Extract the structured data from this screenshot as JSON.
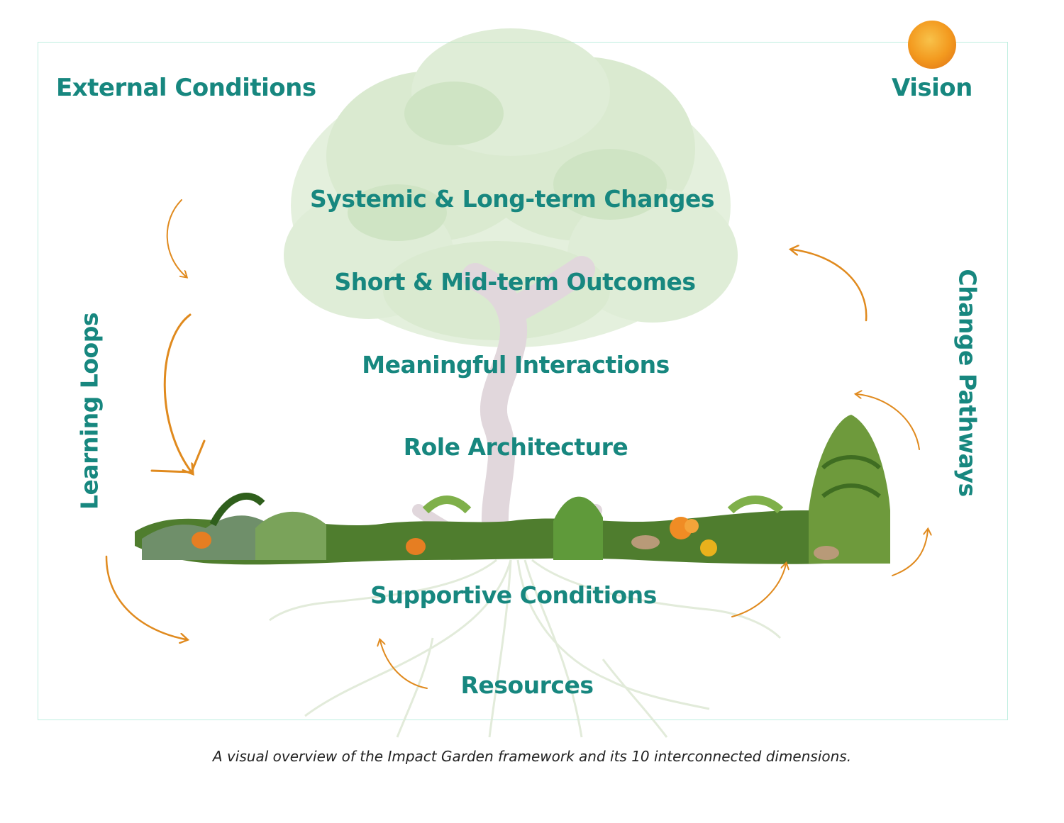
{
  "labels": {
    "external_conditions": "External Conditions",
    "vision": "Vision",
    "systemic_changes": "Systemic & Long-term Changes",
    "short_mid_outcomes": "Short & Mid-term Outcomes",
    "meaningful_interactions": "Meaningful Interactions",
    "role_architecture": "Role Architecture",
    "supportive_conditions": "Supportive Conditions",
    "resources": "Resources",
    "learning_loops": "Learning Loops",
    "change_pathways": "Change Pathways"
  },
  "caption": "A visual overview of the Impact Garden framework and its 10 interconnected dimensions.",
  "colors": {
    "label_teal": "#17877f",
    "arrow_orange": "#e08a1e",
    "frame_mint": "#bfeee0",
    "sun_orange": "#f5a21c",
    "tree_canopy": "#b7d9a8",
    "tree_trunk": "#c9b7c0",
    "roots": "#d8e6cf",
    "plants_green": "#4f7d2e"
  },
  "icons": [
    "sun-icon",
    "tree-illustration",
    "plant-bed-illustration",
    "roots-illustration",
    "arrow-icon"
  ]
}
